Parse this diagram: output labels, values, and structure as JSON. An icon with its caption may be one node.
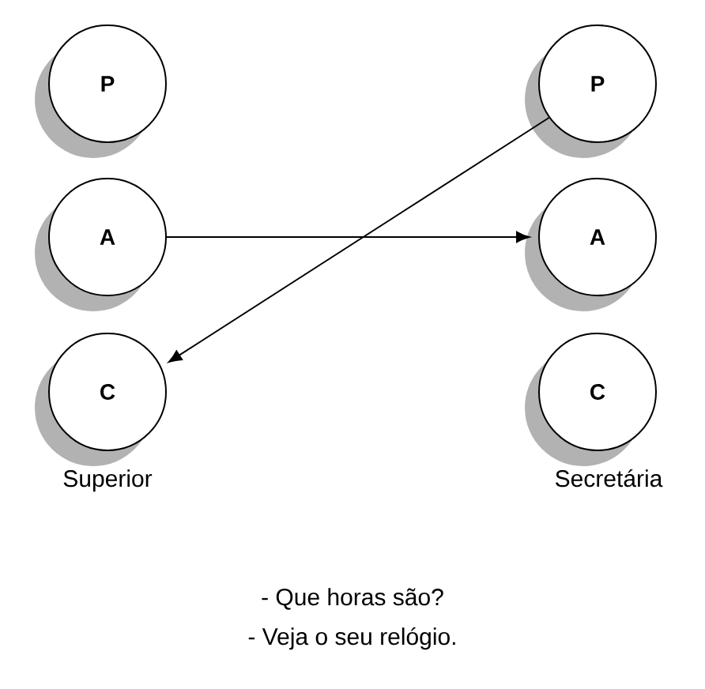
{
  "diagram": {
    "nodes": [
      {
        "text": [
          "P"
        ]
      },
      {
        "text": [
          "A"
        ]
      },
      {
        "text": [
          "C"
        ]
      },
      {
        "text": [
          "P"
        ]
      },
      {
        "text": [
          "A"
        ]
      },
      {
        "text": [
          "C"
        ]
      }
    ],
    "edges": [
      {
        "from": 1,
        "to": 4,
        "arrow": "to"
      },
      {
        "from": 3,
        "to": 2,
        "arrow": "to"
      }
    ],
    "labels": [
      "Superior",
      "Secretária",
      "- Que horas são?",
      "- Veja o seu relógio."
    ]
  }
}
